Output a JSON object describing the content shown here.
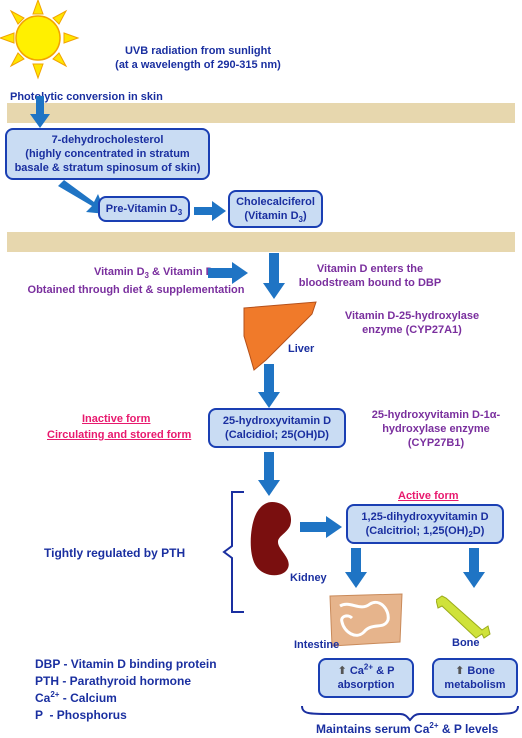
{
  "sun": {
    "label_line1": "UVB radiation from sunlight",
    "label_line2": "(at a wavelength of 290-315 nm)"
  },
  "photolytic": "Photolytic conversion in skin",
  "dehydro": {
    "line1": "7-dehydrocholesterol",
    "line2": "(highly concentrated in stratum",
    "line3": "basale & stratum spinosum of skin)"
  },
  "previtd": {
    "text": "Pre-Vitamin D",
    "sub": "3"
  },
  "chole": {
    "line1": "Cholecalciferol",
    "line2a": "(Vitamin D",
    "line2sub": "3",
    "line2b": ")"
  },
  "diet": {
    "line1a": "Vitamin D",
    "sub1": "3",
    "line1b": " & Vitamin D",
    "sub2": "2",
    "line2": "Obtained through diet & supplementation"
  },
  "bloodstream": {
    "line1": "Vitamin D enters the",
    "line2": "bloodstream bound to DBP"
  },
  "liver": {
    "label": "Liver",
    "enzyme_line1": "Vitamin D-25-hydroxylase",
    "enzyme_line2": "enzyme (CYP27A1)"
  },
  "inactive": {
    "line1": "Inactive form",
    "line2": "Circulating and stored form"
  },
  "calcidiol": {
    "line1": "25-hydroxyvitamin D",
    "line2": "(Calcidiol; 25(OH)D)"
  },
  "kidney_enzyme": {
    "line1": "25-hydroxyvitamin D-1α-",
    "line2": "hydroxylase  enzyme",
    "line3": "(CYP27B1)"
  },
  "active": {
    "label": "Active form"
  },
  "calcitriol": {
    "line1": "1,25-dihydroxyvitamin D",
    "line2a": "(Calcitriol; 1,25(OH)",
    "line2sub": "2",
    "line2b": "D)"
  },
  "pth": "Tightly regulated by PTH",
  "kidney": {
    "label": "Kidney"
  },
  "intestine": {
    "label": "Intestine"
  },
  "bone": {
    "label": "Bone"
  },
  "ca_absorption": {
    "line1a": "Ca",
    "line1sup": "2+",
    "line1b": " & P",
    "line2": "absorption"
  },
  "bone_metabolism": {
    "line1": "Bone",
    "line2": "metabolism"
  },
  "legend": {
    "dbp": "DBP - Vitamin D binding protein",
    "pth": "PTH - Parathyroid hormone",
    "ca_a": "Ca",
    "ca_sup": "2+",
    "ca_b": " - Calcium",
    "p": "P  - Phosphorus"
  },
  "maintains": {
    "a": "Maintains serum Ca",
    "sup": "2+",
    "b": " & P levels"
  },
  "colors": {
    "box_fill": "#c9dcf3",
    "box_border": "#1a3fb3",
    "arrow": "#1f74c4",
    "band": "#e7d7ae",
    "sun": "#fff000",
    "liver": "#f07a2a",
    "kidney": "#7a0f0f",
    "intestine": "#e6b48c",
    "bone": "#cfe23a"
  },
  "icons": [
    "sun-icon",
    "liver-icon",
    "kidney-icon",
    "intestine-icon",
    "bone-icon",
    "up-arrow-icon"
  ]
}
